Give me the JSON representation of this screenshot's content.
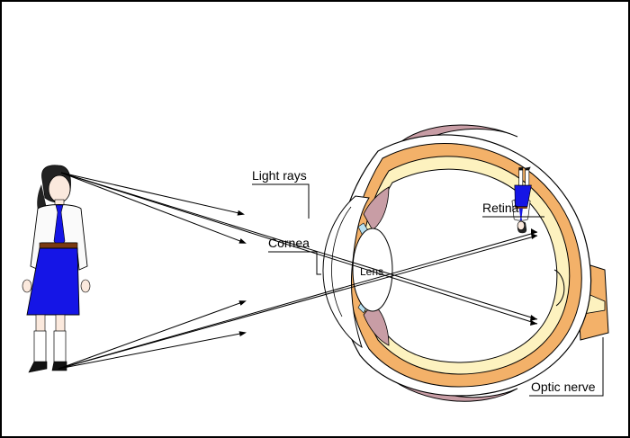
{
  "labels": {
    "light_rays": "Light rays",
    "cornea": "Cornea",
    "lens": "Lens",
    "retina": "Retina",
    "optic_nerve": "Optic nerve"
  },
  "colors": {
    "frame": "#000000",
    "sclera": "#ffffff",
    "choroid_orange": "#f3b169",
    "retina_yellow": "#fdf2bf",
    "eyelid_pink": "#c89da5",
    "iris": "#c89da5",
    "lens_fill": "#ffffff",
    "skirt_blue": "#1515e6",
    "tie_blue": "#1515e6",
    "belt_brown": "#7a3a12",
    "skin": "#fbe9dd",
    "ray": "#000000"
  },
  "icons": {
    "object": "girl-figure",
    "image": "inverted-girl-image"
  }
}
